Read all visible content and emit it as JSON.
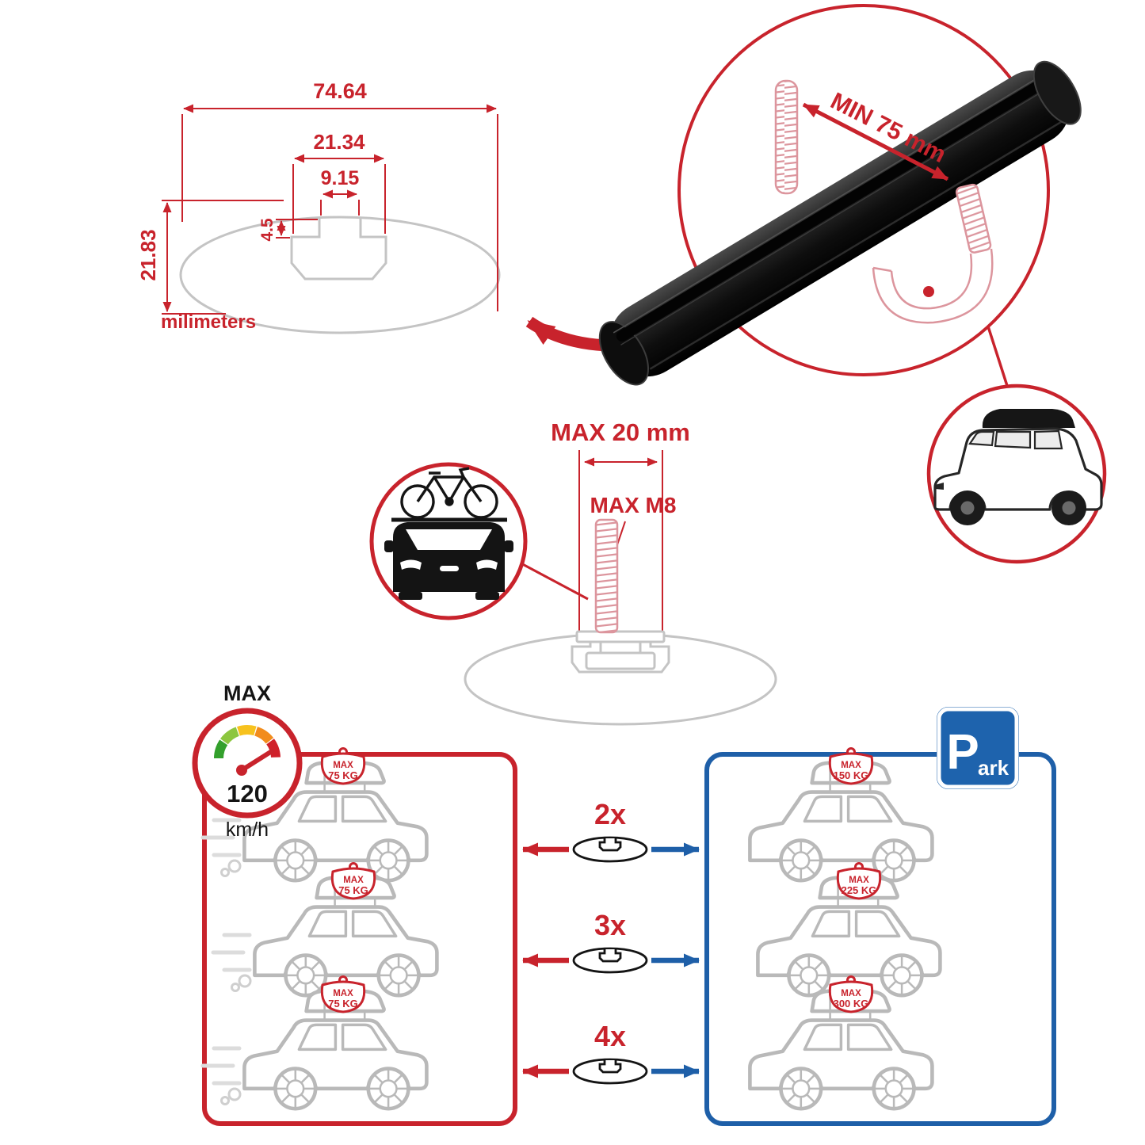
{
  "colors": {
    "red": "#c8232c",
    "blue": "#1e5fa8",
    "gray": "#c4c4c4",
    "dark": "#141414",
    "thread_pink": "#dc959d"
  },
  "profile_drawing": {
    "width_total": "74.64",
    "channel_width": "21.34",
    "slot_width": "9.15",
    "slot_depth": "4.5",
    "height_total": "21.83",
    "units": "milimeters"
  },
  "bar_detail": {
    "min_clamp": "MIN 75 mm"
  },
  "bolt_detail": {
    "max_length": "MAX 20 mm",
    "max_thread": "MAX M8"
  },
  "speed_limit": {
    "label": "MAX",
    "value": "120",
    "unit": "km/h"
  },
  "park_sign": {
    "letter": "P",
    "suffix": "ark"
  },
  "capacity": {
    "driving": [
      {
        "label": "MAX",
        "value": "75 KG"
      },
      {
        "label": "MAX",
        "value": "75 KG"
      },
      {
        "label": "MAX",
        "value": "75 KG"
      }
    ],
    "parked": [
      {
        "label": "MAX",
        "value": "150 KG"
      },
      {
        "label": "MAX",
        "value": "225 KG"
      },
      {
        "label": "MAX",
        "value": "300 KG"
      }
    ],
    "multipliers": [
      "2x",
      "3x",
      "4x"
    ]
  }
}
